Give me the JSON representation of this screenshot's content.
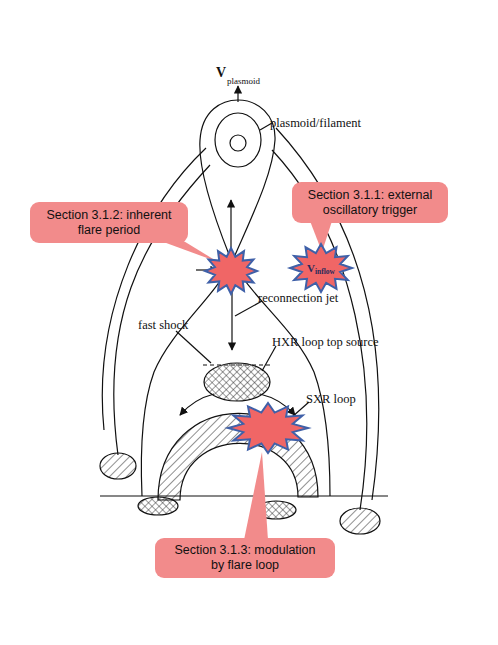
{
  "diagram": {
    "nodes": [
      {
        "text": [
          "Section 3.1.1: external oscillatory trigger"
        ]
      },
      {
        "text": [
          "Section 3.1.2: inherent flare period"
        ]
      },
      {
        "text": [
          "V",
          "inflow"
        ]
      },
      {
        "text": [
          "Section 3.1.3: modulation by flare loop"
        ]
      }
    ],
    "labels": [
      "V",
      "plasmoid",
      "plasmoid/filament",
      "reconnection jet",
      "fast shock",
      "HXR loop top source",
      "SXR loop"
    ]
  }
}
